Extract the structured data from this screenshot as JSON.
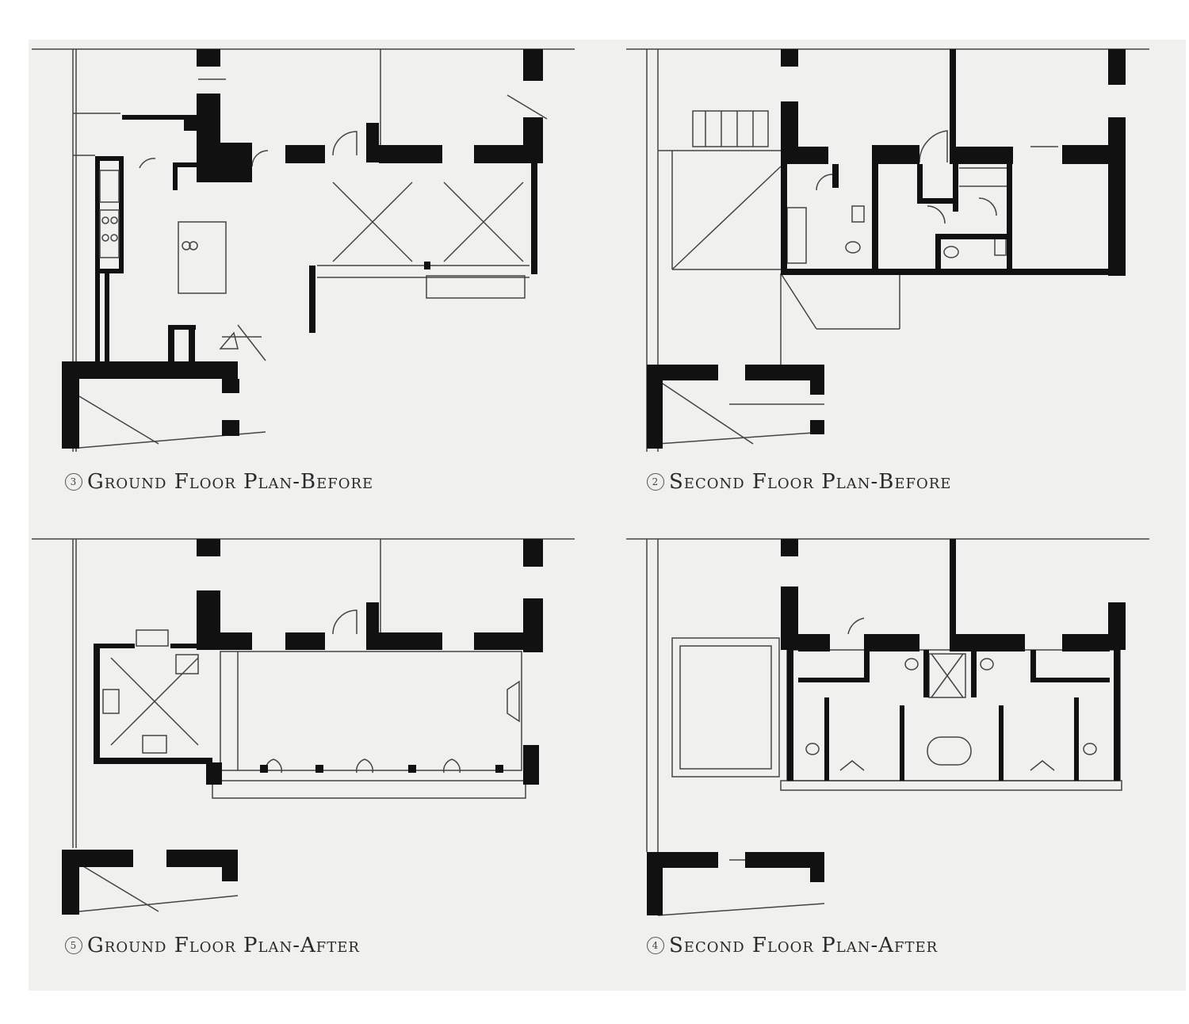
{
  "plans": [
    {
      "number": "3",
      "title": "Ground Floor Plan-Before"
    },
    {
      "number": "2",
      "title": "Second Floor Plan-Before"
    },
    {
      "number": "5",
      "title": "Ground Floor Plan-After"
    },
    {
      "number": "4",
      "title": "Second Floor Plan-After"
    }
  ],
  "colors": {
    "wall": "#111111",
    "line": "#444444",
    "paper": "#f0f0ee"
  }
}
